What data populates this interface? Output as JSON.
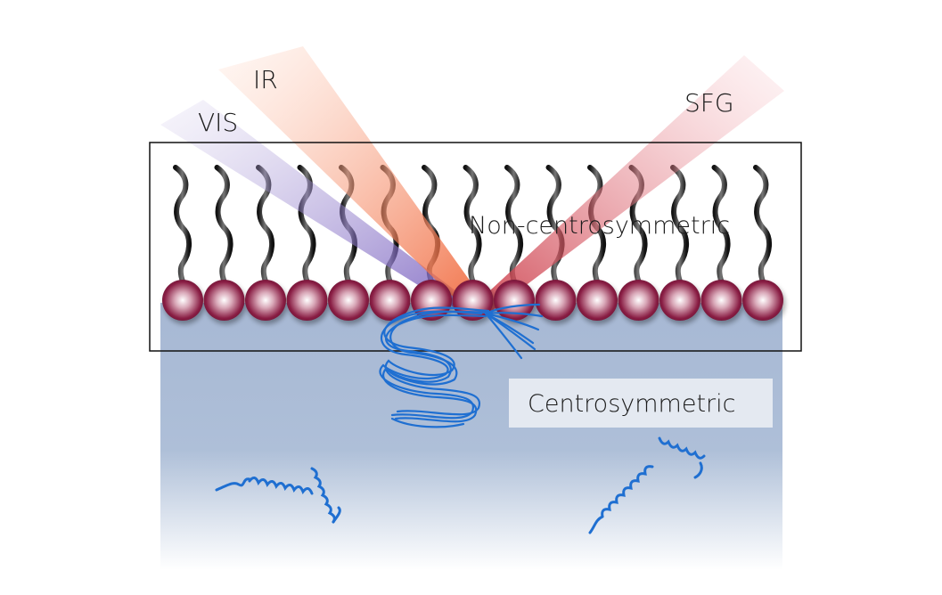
{
  "beams": {
    "vis_label": "VIS",
    "ir_label": "IR",
    "sfg_label": "SFG"
  },
  "regions": {
    "interface_label": "Non-centrosymmetric",
    "bulk_label": "Centrosymmetric"
  },
  "colors": {
    "bulk_top": "#a9b9d4",
    "lipid_head": "#8a1f45",
    "protein": "#1f6fd1",
    "vis_beam": "#8b6fc7",
    "ir_beam": "#f06a3a",
    "sfg_beam": "#d9475a"
  },
  "lipid_count": 15,
  "icons": {
    "lipid_molecule": "lipid-icon",
    "beta_sheet_protein": "beta-sheet-protein-icon",
    "alpha_helix_peptide": "alpha-helix-icon"
  }
}
